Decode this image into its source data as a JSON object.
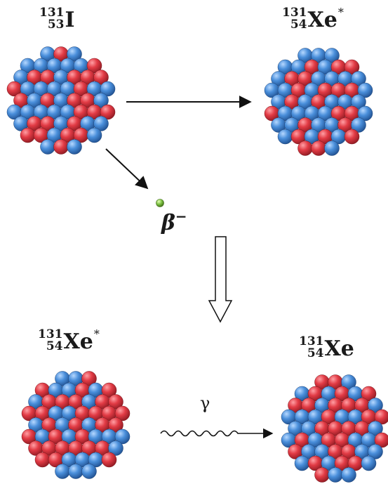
{
  "nuclei": [
    {
      "id": "iodine-131",
      "mass": "131",
      "atomic": "53",
      "symbol": "I",
      "excited_mark": ""
    },
    {
      "id": "xenon-131-excited-top",
      "mass": "131",
      "atomic": "54",
      "symbol": "Xe",
      "excited_mark": "*"
    },
    {
      "id": "xenon-131-excited-bottom",
      "mass": "131",
      "atomic": "54",
      "symbol": "Xe",
      "excited_mark": "*"
    },
    {
      "id": "xenon-131-ground",
      "mass": "131",
      "atomic": "54",
      "symbol": "Xe",
      "excited_mark": ""
    }
  ],
  "emissions": {
    "beta": {
      "symbol": "β",
      "charge": "−"
    },
    "gamma": {
      "symbol": "γ"
    }
  },
  "colors": {
    "proton": "#d8313c",
    "neutron": "#3f86d2",
    "electron": "#7cc142",
    "arrow": "#111111"
  }
}
